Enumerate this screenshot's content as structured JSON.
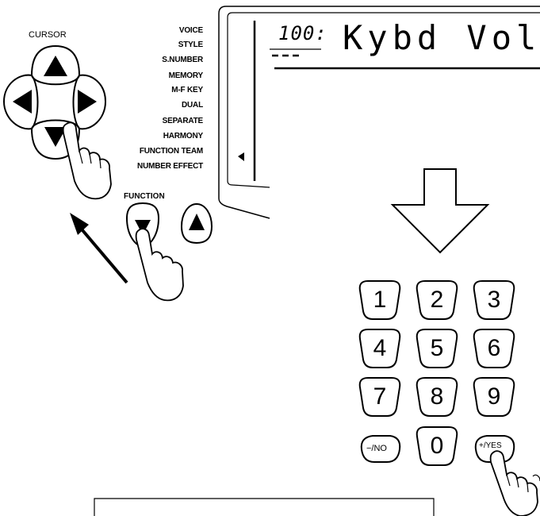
{
  "cursor": {
    "title": "CURSOR"
  },
  "menu": {
    "items": [
      "VOICE",
      "STYLE",
      "S.NUMBER",
      "MEMORY",
      "M-F KEY",
      "DUAL",
      "SEPARATE",
      "HARMONY",
      "FUNCTION TEAM",
      "NUMBER EFFECT"
    ]
  },
  "function": {
    "title": "FUNCTION"
  },
  "lcd": {
    "number": "100:",
    "text": "Kybd Vol"
  },
  "keypad": {
    "keys": [
      "1",
      "2",
      "3",
      "4",
      "5",
      "6",
      "7",
      "8",
      "9"
    ],
    "zero": "0",
    "no_label": "−/NO",
    "yes_label": "+/YES"
  }
}
